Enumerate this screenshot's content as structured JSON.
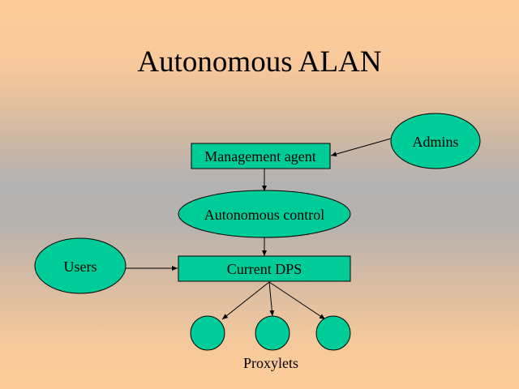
{
  "slide": {
    "title": "Autonomous ALAN",
    "accent_color": "#00cc99"
  },
  "diagram": {
    "nodes": {
      "management_agent": {
        "label": "Management agent",
        "shape": "rectangle"
      },
      "admins": {
        "label": "Admins",
        "shape": "ellipse"
      },
      "autonomous_control": {
        "label": "Autonomous control",
        "shape": "ellipse"
      },
      "users": {
        "label": "Users",
        "shape": "ellipse"
      },
      "current_dps": {
        "label": "Current DPS",
        "shape": "rectangle"
      },
      "proxylets": {
        "label": "Proxylets",
        "shape": "circle-group",
        "count": 3
      }
    },
    "edges": [
      {
        "from": "admins",
        "to": "management_agent"
      },
      {
        "from": "management_agent",
        "to": "autonomous_control"
      },
      {
        "from": "autonomous_control",
        "to": "current_dps"
      },
      {
        "from": "users",
        "to": "current_dps"
      },
      {
        "from": "current_dps",
        "to": "proxylet-1"
      },
      {
        "from": "current_dps",
        "to": "proxylet-2"
      },
      {
        "from": "current_dps",
        "to": "proxylet-3"
      }
    ]
  }
}
